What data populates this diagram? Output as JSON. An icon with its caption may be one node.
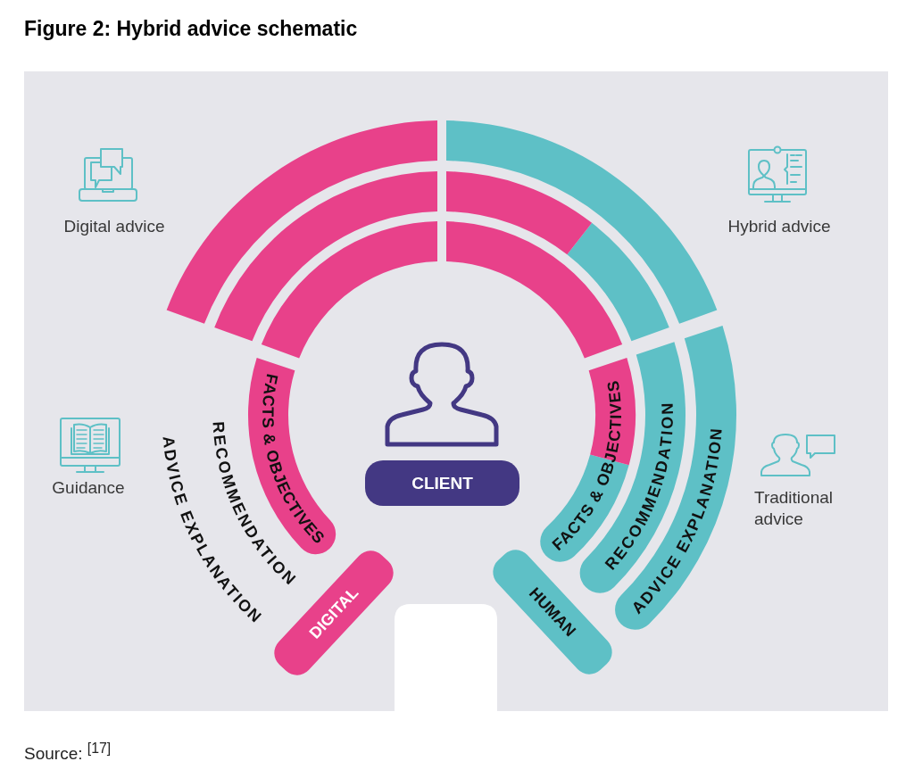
{
  "diagram": {
    "title": "Figure 2: Hybrid advice schematic",
    "caption": "Source: $^{[17]}$",
    "nodes": [
      {
        "text": [],
        "shape": "arc"
      },
      {
        "text": [],
        "shape": "arc"
      },
      {
        "text": [],
        "shape": "arc"
      },
      {
        "text": [],
        "shape": "arc"
      },
      {
        "text": [],
        "shape": "arc"
      },
      {
        "text": [],
        "shape": "arc"
      },
      {
        "text": [
          "FACTS & OBJECTIVES"
        ]
      },
      {
        "text": [
          "CLIENT"
        ]
      },
      {
        "text": [
          "FACTS & OBJECTIVES"
        ]
      },
      {
        "text": [
          "RECOMMENDATION"
        ]
      },
      {
        "text": [
          "ADVICE EXPLANATION"
        ]
      },
      {
        "text": [
          "DIGITAL"
        ]
      },
      {
        "text": [
          "HUMAN"
        ]
      }
    ],
    "labels": [
      "Digital advice",
      "Hybrid advice",
      "Guidance",
      "RECOMMENDATION",
      "ADVICE EXPLANATION",
      "Traditional advice"
    ]
  }
}
